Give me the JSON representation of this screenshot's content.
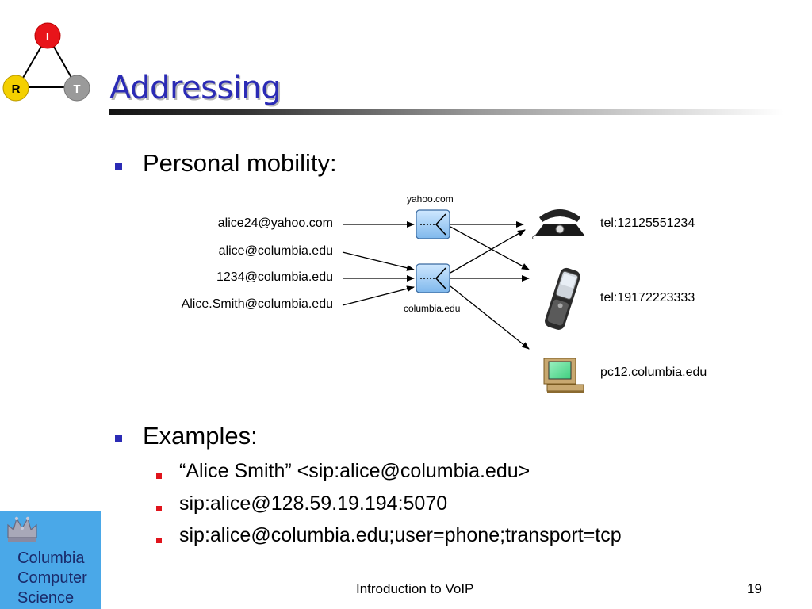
{
  "logo": {
    "top_letter": "I",
    "left_letter": "R",
    "right_letter": "T"
  },
  "title": "Addressing",
  "bullets": {
    "personal_mobility": "Personal mobility:",
    "examples": "Examples:",
    "example_items": [
      "“Alice Smith” <sip:alice@columbia.edu>",
      "sip:alice@128.59.19.194:5070",
      "sip:alice@columbia.edu;user=phone;transport=tcp"
    ]
  },
  "diagram": {
    "addresses": [
      "alice24@yahoo.com",
      "alice@columbia.edu",
      "1234@columbia.edu",
      "Alice.Smith@columbia.edu"
    ],
    "servers": {
      "top": "yahoo.com",
      "bottom": "columbia.edu"
    },
    "devices": [
      {
        "icon": "desk-phone-icon",
        "label": "tel:12125551234"
      },
      {
        "icon": "mobile-phone-icon",
        "label": "tel:19172223333"
      },
      {
        "icon": "computer-icon",
        "label": "pc12.columbia.edu"
      }
    ]
  },
  "institution": "Columbia\nComputer\nScience",
  "footer": {
    "center": "Introduction to VoIP",
    "page": "19"
  },
  "colors": {
    "title": "#2b2bb5",
    "bullet1": "#2b2bb5",
    "bullet2": "#e0141c",
    "institution_box": "#4aa8e8"
  }
}
